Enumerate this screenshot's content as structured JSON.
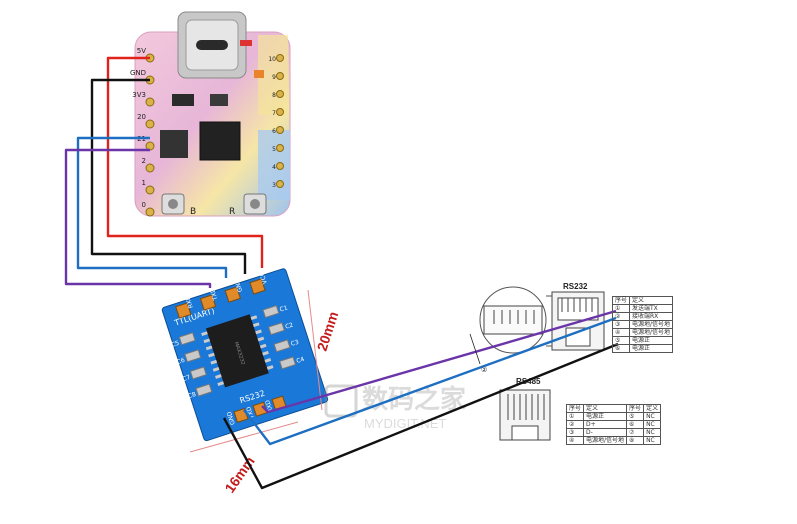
{
  "esp_board": {
    "left_pins": [
      "5V",
      "GND",
      "3V3",
      "20",
      "21",
      "2",
      "1",
      "0"
    ],
    "right_pins": [
      "10",
      "9",
      "8",
      "7",
      "6",
      "5",
      "4",
      "3"
    ],
    "buttons": [
      "B",
      "R"
    ]
  },
  "module": {
    "top_label": "TTL(UART)",
    "top_pins": [
      "RXD",
      "TXD",
      "GND",
      "VCC"
    ],
    "bottom_label": "RS232",
    "bottom_pins": [
      "GND",
      "TXD",
      "RXD"
    ],
    "caps": [
      "C5",
      "C6",
      "C7",
      "C8",
      "C1",
      "C2",
      "C3",
      "C4"
    ],
    "chip": "MAX3232"
  },
  "dimensions": {
    "height": "20mm",
    "width": "16mm"
  },
  "rs232": {
    "title": "RS232",
    "headers": [
      "序号",
      "定义"
    ],
    "rows": [
      [
        "①",
        "发送端TX"
      ],
      [
        "②",
        "接收端RX"
      ],
      [
        "③",
        "电源地/信号地"
      ],
      [
        "④",
        "电源地/信号地"
      ],
      [
        "⑤",
        "电源正"
      ],
      [
        "⑥",
        "电源正"
      ]
    ]
  },
  "rs485": {
    "title": "RS485",
    "headers": [
      "序号",
      "定义",
      "序号",
      "定义"
    ],
    "rows": [
      [
        "①",
        "电源正",
        "⑤",
        "NC"
      ],
      [
        "②",
        "D+",
        "⑥",
        "NC"
      ],
      [
        "③",
        "D-",
        "⑦",
        "NC"
      ],
      [
        "④",
        "电源地/信号地",
        "⑧",
        "NC"
      ]
    ]
  },
  "watermark": {
    "line1": "数码之家",
    "line2": "MYDIGIT.NET"
  },
  "colors": {
    "wire_red": "#e0221c",
    "wire_black": "#111111",
    "wire_blue": "#1e6fc2",
    "wire_purple": "#6a35a8",
    "pcb_blue": "#1a78d8"
  }
}
